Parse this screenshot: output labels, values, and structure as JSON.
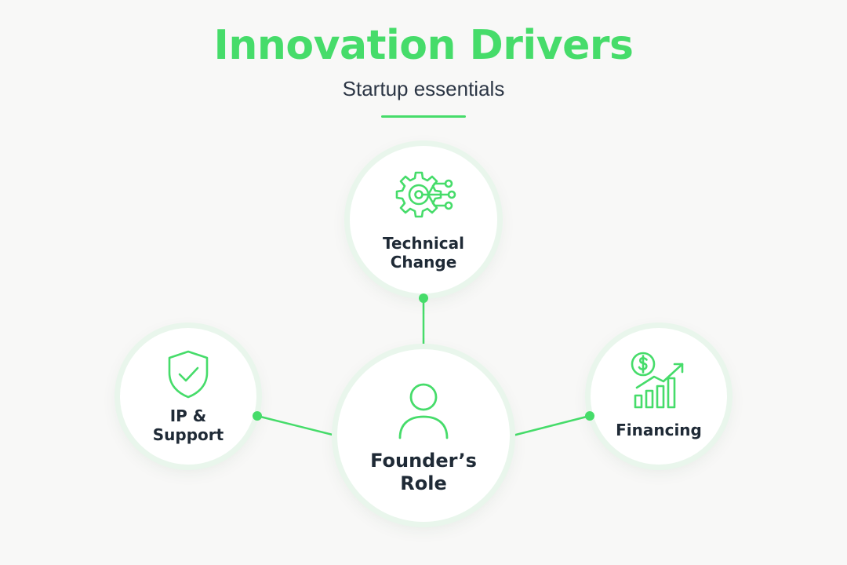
{
  "header": {
    "title": "Innovation Drivers",
    "subtitle": "Startup essentials"
  },
  "colors": {
    "accent": "#46dc6a",
    "text_dark": "#1f2a36",
    "background": "#f8f8f7"
  },
  "nodes": {
    "technical_change": {
      "label_line1": "Technical",
      "label_line2": "Change",
      "icon": "gear-circuit-icon"
    },
    "ip_support": {
      "label_line1": "IP &",
      "label_line2": "Support",
      "icon": "shield-check-icon"
    },
    "founders_role": {
      "label_line1": "Founder’s",
      "label_line2": "Role",
      "icon": "person-icon"
    },
    "financing": {
      "label": "Financing",
      "icon": "dollar-growth-chart-icon"
    }
  }
}
